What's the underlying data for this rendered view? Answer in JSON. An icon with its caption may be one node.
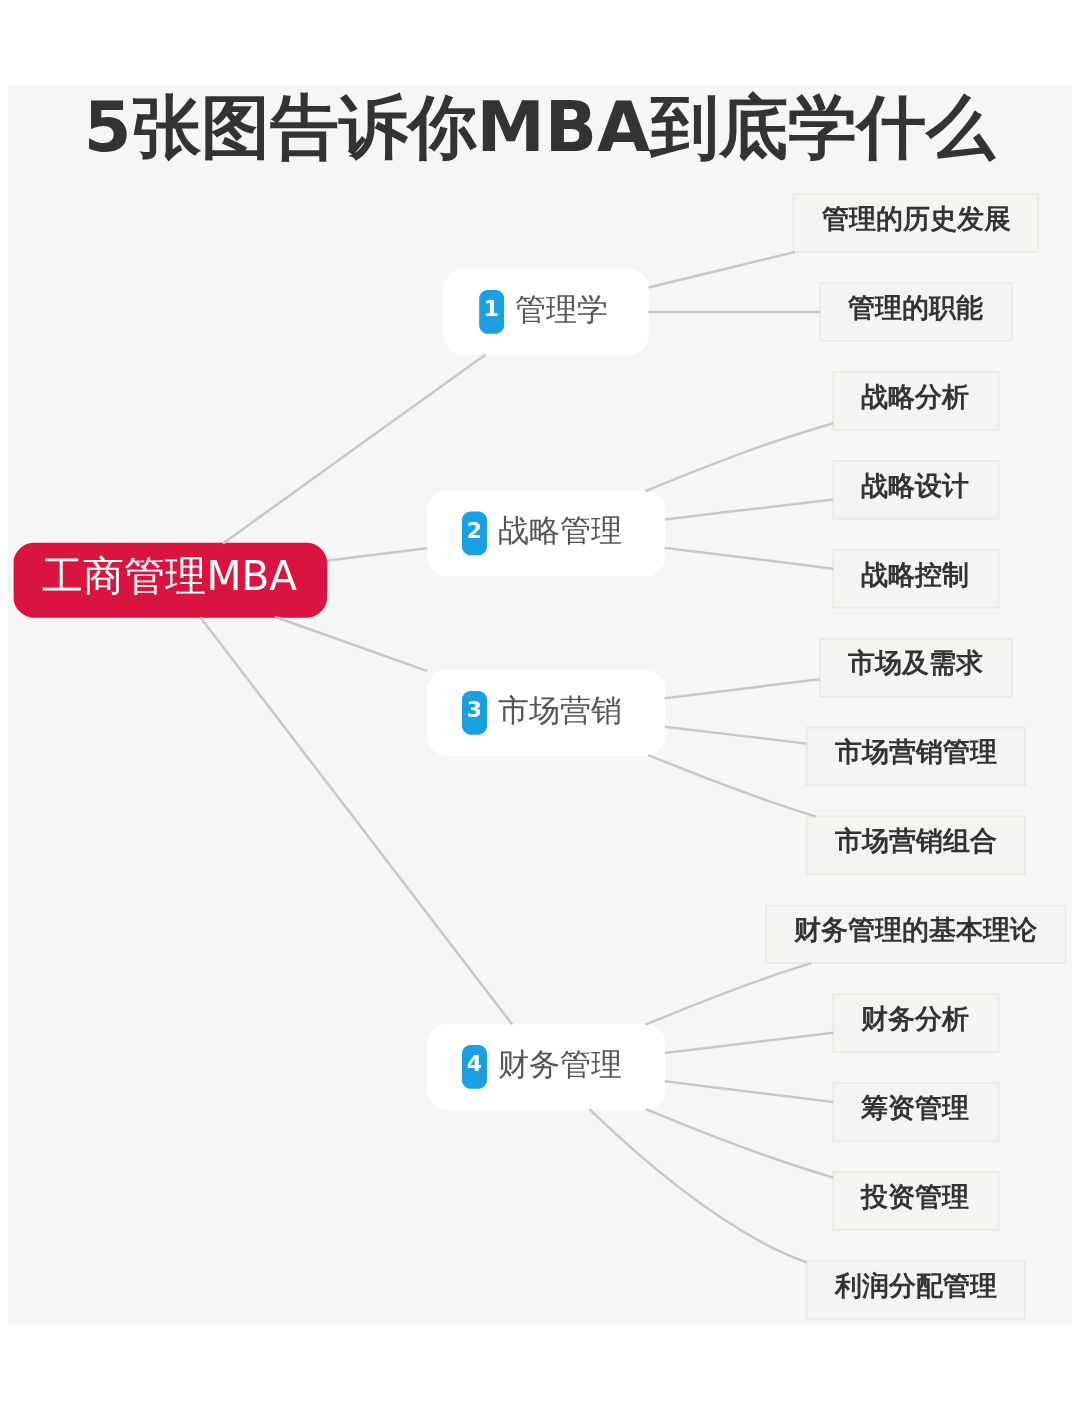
{
  "diagram": {
    "title": "5张图告诉你MBA到底学什么",
    "nodes": [
      {
        "text": [
          "工商管理MBA"
        ]
      },
      {
        "text": [
          "1",
          "管理学"
        ]
      },
      {
        "text": [
          "管理的历史发展"
        ]
      },
      {
        "text": [
          "管理的职能"
        ]
      },
      {
        "text": [
          "2",
          "战略管理"
        ]
      },
      {
        "text": [
          "战略分析"
        ]
      },
      {
        "text": [
          "战略设计"
        ]
      },
      {
        "text": [
          "战略控制"
        ]
      },
      {
        "text": [
          "3",
          "市场营销"
        ]
      },
      {
        "text": [
          "市场及需求"
        ]
      },
      {
        "text": [
          "市场营销管理"
        ]
      },
      {
        "text": [
          "市场营销组合"
        ]
      },
      {
        "text": [
          "4",
          "财务管理"
        ]
      },
      {
        "text": [
          "财务管理的基本理论"
        ]
      },
      {
        "text": [
          "财务分析"
        ]
      },
      {
        "text": [
          "筹资管理"
        ]
      },
      {
        "text": [
          "投资管理"
        ]
      },
      {
        "text": [
          "利润分配管理"
        ]
      }
    ],
    "edges": [
      {
        "from": 0,
        "to": 1,
        "arrow": "none"
      },
      {
        "from": 0,
        "to": 4,
        "arrow": "none"
      },
      {
        "from": 0,
        "to": 8,
        "arrow": "none"
      },
      {
        "from": 0,
        "to": 12,
        "arrow": "none"
      },
      {
        "from": 1,
        "to": 2,
        "arrow": "none"
      },
      {
        "from": 1,
        "to": 3,
        "arrow": "none"
      },
      {
        "from": 4,
        "to": 5,
        "arrow": "none"
      },
      {
        "from": 4,
        "to": 6,
        "arrow": "none"
      },
      {
        "from": 4,
        "to": 7,
        "arrow": "none"
      },
      {
        "from": 8,
        "to": 9,
        "arrow": "none"
      },
      {
        "from": 8,
        "to": 10,
        "arrow": "none"
      },
      {
        "from": 8,
        "to": 11,
        "arrow": "none"
      },
      {
        "from": 12,
        "to": 13,
        "arrow": "none"
      },
      {
        "from": 12,
        "to": 14,
        "arrow": "none"
      },
      {
        "from": 12,
        "to": 15,
        "arrow": "none"
      },
      {
        "from": 12,
        "to": 16,
        "arrow": "none"
      },
      {
        "from": 12,
        "to": 17,
        "arrow": "none"
      }
    ]
  }
}
